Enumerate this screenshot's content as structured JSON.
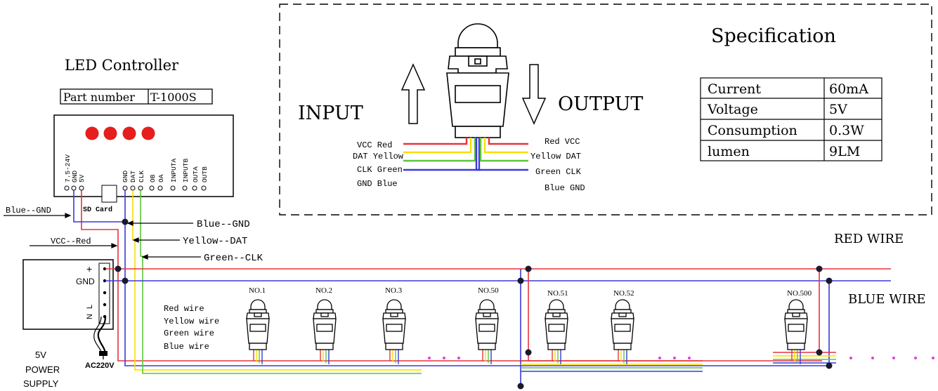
{
  "controller": {
    "title": "LED Controller",
    "part_label": "Part number",
    "part_number": "T-1000S",
    "pins_left": [
      "7.5-24V",
      "GND",
      "5V"
    ],
    "pins_mid": [
      "GND",
      "DAT",
      "CLK"
    ],
    "pins_right": [
      "OB",
      "OA",
      "INPUTA",
      "INPUTB",
      "OUTA",
      "OUTB"
    ],
    "sd_card": "SD Card"
  },
  "wire_labels": {
    "blue_gnd_left": "Blue--GND",
    "vcc_red": "VCC--Red",
    "blue_gnd": "Blue--GND",
    "yellow_dat": "Yellow--DAT",
    "green_clk": "Green--CLK",
    "red_wire": "RED WIRE",
    "blue_wire": "BLUE WIRE"
  },
  "detail": {
    "input": "INPUT",
    "output": "OUTPUT",
    "in_pins": [
      "VCC Red",
      "DAT Yellow",
      "CLK Green",
      "GND Blue"
    ],
    "out_pins": [
      "Red  VCC",
      "Yellow DAT",
      "Green CLK",
      "Blue GND"
    ]
  },
  "spec": {
    "title": "Specification",
    "rows": [
      [
        "Current",
        "60mA"
      ],
      [
        "Voltage",
        "5V"
      ],
      [
        "Consumption",
        "0.3W"
      ],
      [
        "lumen",
        "9LM"
      ]
    ]
  },
  "power": {
    "terminals": [
      "+",
      "GND",
      "L",
      "N"
    ],
    "ac": "AC220V",
    "label_lines": [
      "5V",
      "POWER",
      "SUPPLY"
    ]
  },
  "strip_legend": [
    "Red wire",
    "Yellow wire",
    "Green wire",
    "Blue wire"
  ],
  "pixels": [
    "NO.1",
    "NO.2",
    "NO.3",
    "NO.50",
    "NO.51",
    "NO.52",
    "NO.500"
  ],
  "colors": {
    "red": "#e8323c",
    "yellow": "#f5e000",
    "green": "#5cc63c",
    "blue": "#3a3ad8",
    "led_red": "#e61e1e",
    "dots": "#e040e0"
  }
}
